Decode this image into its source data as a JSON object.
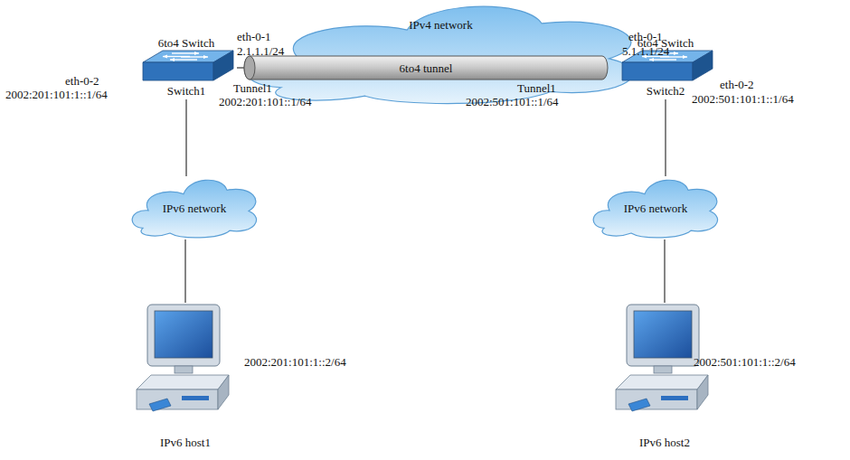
{
  "diagram": {
    "nodes": [
      {
        "text": [
          "6to4 Switch",
          "Switch1"
        ]
      },
      {
        "text": [
          "IPv4 network"
        ]
      },
      {
        "text": [
          "6to4 tunnel"
        ],
        "in": 1
      },
      {
        "text": [
          "6to4 Switch",
          "Switch2"
        ]
      },
      {
        "text": [
          "IPv6 network"
        ]
      },
      {
        "text": [
          "IPv6 network"
        ]
      },
      {
        "text": [
          "IPv6 host1"
        ]
      },
      {
        "text": [
          "IPv6 host2"
        ]
      }
    ],
    "edges": [
      {
        "from": 0,
        "to": 2,
        "arrow": "none"
      },
      {
        "from": 2,
        "to": 3,
        "arrow": "none"
      },
      {
        "from": 0,
        "to": 4,
        "arrow": "none"
      },
      {
        "from": 4,
        "to": 6,
        "arrow": "none"
      },
      {
        "from": 3,
        "to": 5,
        "arrow": "none"
      },
      {
        "from": 5,
        "to": 7,
        "arrow": "none"
      }
    ],
    "labels": [
      "eth-0-1",
      "2.1.1.1/24",
      "eth-0-2",
      "2002:201:101:1::1/64",
      "Tunnel1",
      "2002:201:101::1/64",
      "eth-0-1",
      "5.1.1.1/24",
      "Tunnel1",
      "2002:501:101::1/64",
      "eth-0-2",
      "2002:501:101:1::1/64",
      "2002:201:101:1::2/64",
      "2002:501:101:1::2/64"
    ]
  }
}
